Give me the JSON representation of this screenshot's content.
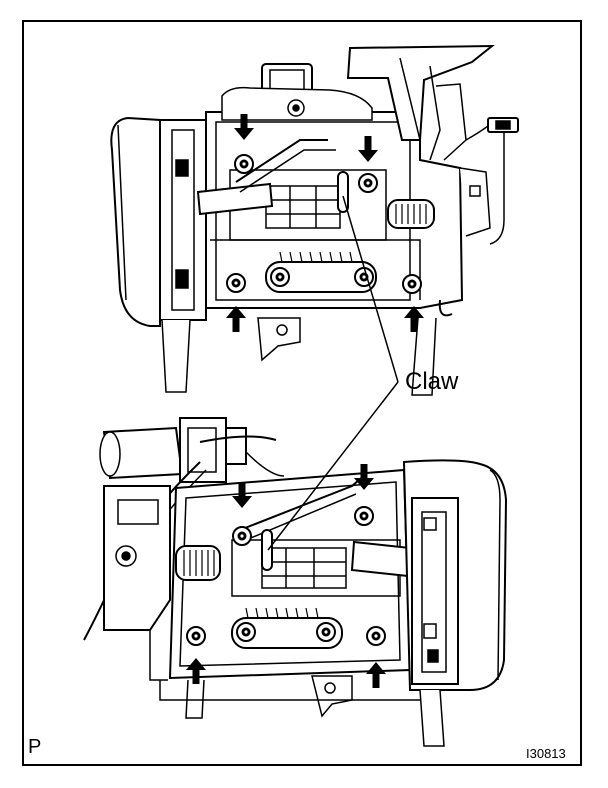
{
  "labels": {
    "claw": "Claw",
    "corner_mark": "P",
    "figure_id": "I30813"
  },
  "colors": {
    "line": "#000000",
    "fill": "#ffffff",
    "shade": "#cccccc"
  }
}
